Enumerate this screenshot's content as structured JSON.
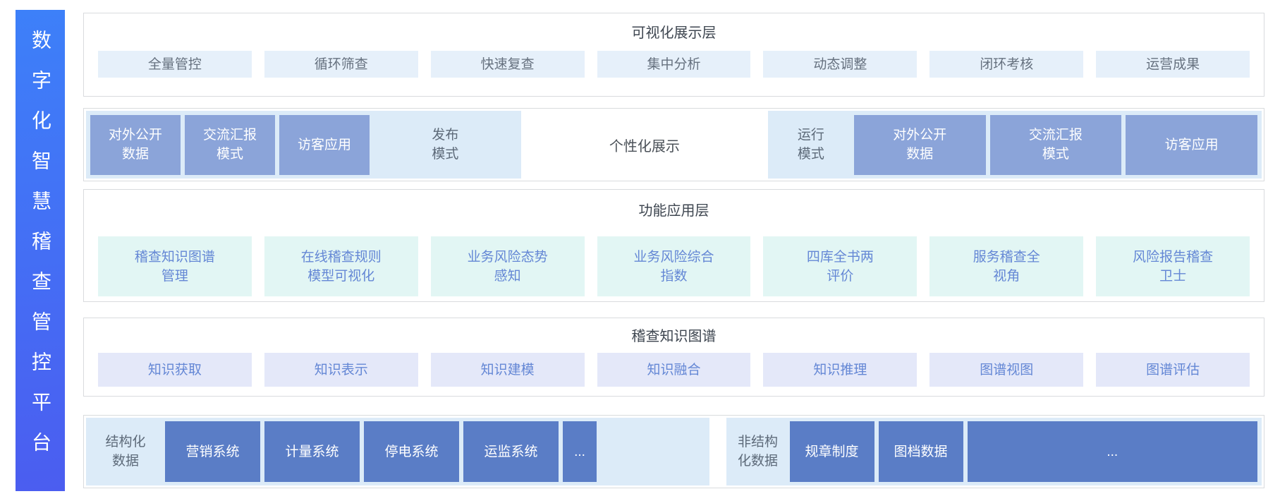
{
  "platform": {
    "title": "数字化智慧稽查管控平台"
  },
  "layers": {
    "visualization": {
      "title": "可视化展示层",
      "items": [
        "全量管控",
        "循环筛查",
        "快速复查",
        "集中分析",
        "动态调整",
        "闭环考核",
        "运营成果"
      ]
    },
    "display_modes": {
      "publish": {
        "label": "发布\n模式",
        "boxes": [
          "对外公开\n数据",
          "交流汇报\n模式",
          "访客应用"
        ]
      },
      "personalized_label": "个性化展示",
      "run": {
        "label": "运行\n模式",
        "boxes": [
          "对外公开\n数据",
          "交流汇报\n模式",
          "访客应用"
        ]
      }
    },
    "function": {
      "title": "功能应用层",
      "items": [
        "稽查知识图谱\n管理",
        "在线稽查规则\n模型可视化",
        "业务风险态势\n感知",
        "业务风险综合\n指数",
        "四库全书两\n评价",
        "服务稽查全\n视角",
        "风险报告稽查\n卫士"
      ]
    },
    "knowledge": {
      "title": "稽查知识图谱",
      "items": [
        "知识获取",
        "知识表示",
        "知识建模",
        "知识融合",
        "知识推理",
        "图谱视图",
        "图谱评估"
      ]
    },
    "data_sources": {
      "structured": {
        "label": "结构化\n数据",
        "boxes": [
          "营销系统",
          "计量系统",
          "停电系统",
          "运监系统",
          "..."
        ]
      },
      "unstructured": {
        "label": "非结构\n化数据",
        "boxes": [
          "规章制度",
          "图档数据",
          "..."
        ]
      }
    }
  },
  "colors": {
    "sidebar_gradient_top": "#3d80f9",
    "sidebar_gradient_bottom": "#4b5df0",
    "panel_border": "#d9dbde",
    "item_light_blue_bg": "#e6f0fa",
    "item_mint_bg": "#e2f6f4",
    "item_lavender_bg": "#e4e8f9",
    "group_light_blue_bg": "#dcebf8",
    "box_medium_blue": "#8ba4d9",
    "box_dark_blue": "#5a7dc6",
    "item_gray_text": "#66717f",
    "item_blue_text": "#6487d5",
    "title_text": "#3e4650",
    "label_text": "#5d6a79"
  }
}
